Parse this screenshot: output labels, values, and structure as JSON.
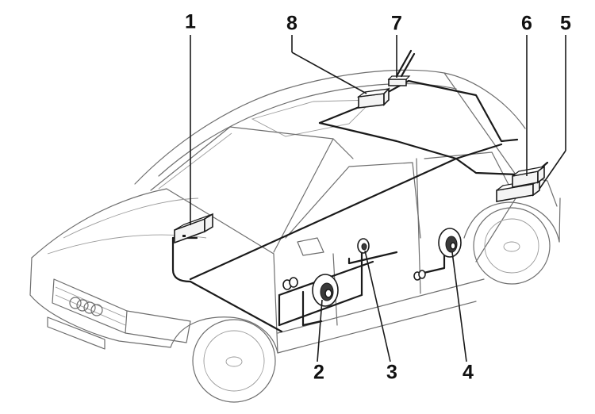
{
  "diagram": {
    "callouts": [
      {
        "id": "1",
        "label": "1"
      },
      {
        "id": "2",
        "label": "2"
      },
      {
        "id": "3",
        "label": "3"
      },
      {
        "id": "4",
        "label": "4"
      },
      {
        "id": "5",
        "label": "5"
      },
      {
        "id": "6",
        "label": "6"
      },
      {
        "id": "7",
        "label": "7"
      },
      {
        "id": "8",
        "label": "8"
      }
    ],
    "colors": {
      "wire": "#1a1a1a",
      "car_outline": "#6e6e6e",
      "background": "#ffffff"
    }
  }
}
